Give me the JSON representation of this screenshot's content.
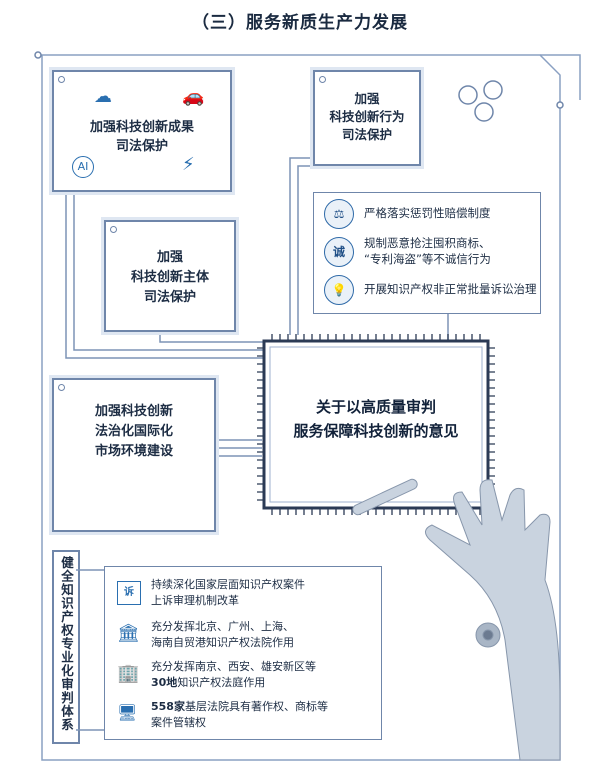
{
  "title": "（三）服务新质生产力发展",
  "boxes": {
    "results": {
      "line1": "加强科技创新成果",
      "line2": "司法保护"
    },
    "behavior": {
      "line1": "加强",
      "line2": "科技创新行为",
      "line3": "司法保护"
    },
    "subject": {
      "line1": "加强",
      "line2": "科技创新主体",
      "line3": "司法保护"
    },
    "environment": {
      "line1": "加强科技创新",
      "line2": "法治化国际化",
      "line3": "市场环境建设"
    },
    "center": {
      "line1": "关于以高质量审判",
      "line2": "服务保障科技创新的意见"
    }
  },
  "icons": {
    "ai_label": "AI"
  },
  "measures": [
    {
      "icon": "scale-icon",
      "text": "严格落实惩罚性赔偿制度"
    },
    {
      "icon": "honesty-icon",
      "glyph": "诚",
      "line1": "规制恶意抢注囤积商标、",
      "line2": "“专利海盗”等不诚信行为"
    },
    {
      "icon": "bulb-icon",
      "text": "开展知识产权非正常批量诉讼治理"
    }
  ],
  "system": {
    "label": "健全知识产权专业化审判体系",
    "items": [
      {
        "icon": "court-doc-icon",
        "glyph": "诉",
        "line1": "持续深化国家层面知识产权案件",
        "line2": "上诉审理机制改革"
      },
      {
        "icon": "court-building-icon",
        "line1": "充分发挥北京、广州、上海、",
        "line2": "海南自贸港知识产权法院作用"
      },
      {
        "icon": "tribunal-building-icon",
        "line1": "充分发挥南京、西安、雄安新区等",
        "line2_bold": "30地",
        "line2_rest": "知识产权法庭作用"
      },
      {
        "icon": "local-court-icon",
        "line1_bold": "558家",
        "line1_rest": "基层法院具有著作权、商标等",
        "line2": "案件管辖权"
      }
    ]
  },
  "colors": {
    "frame": "#6f86aa",
    "accent": "#2a6fb0",
    "text": "#1d2d44",
    "chip_dark": "#2b3a55"
  }
}
